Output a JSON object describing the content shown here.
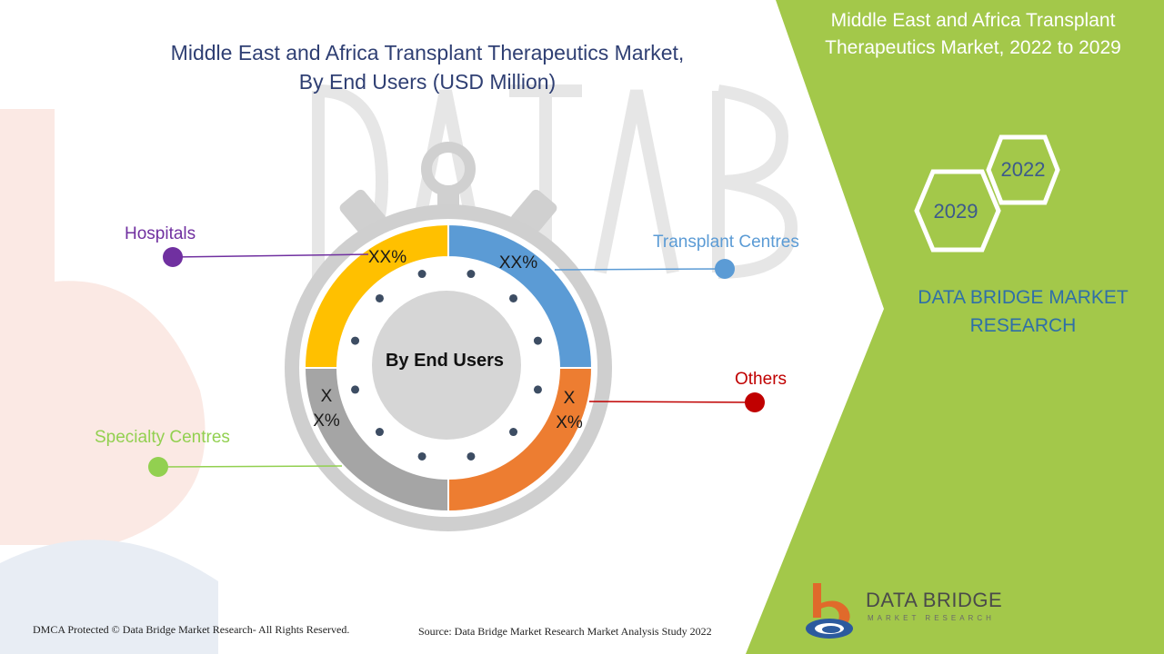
{
  "title": {
    "line1": "Middle East and Africa Transplant Therapeutics Market,",
    "line2": "By End Users (USD Million)"
  },
  "panel": {
    "title_line1": "Middle East and Africa Transplant",
    "title_line2": "Therapeutics Market, 2022 to 2029",
    "year_start": "2022",
    "year_end": "2029",
    "brand_line1": "DATA BRIDGE MARKET",
    "brand_line2": "RESEARCH"
  },
  "colors": {
    "accent_green": "#a3c84a",
    "hospitals": "#7030a0",
    "transplant_centres": "#5b9bd5",
    "others": "#c00000",
    "specialty_centres": "#92d050",
    "segment_yellow": "#ffc000",
    "segment_blue": "#5b9bd5",
    "segment_orange": "#ed7d31",
    "segment_gray": "#a5a5a5"
  },
  "chart_data": {
    "type": "pie",
    "center_label": "By End Users",
    "categories": [
      "Hospitals",
      "Transplant Centres",
      "Others",
      "Specialty Centres"
    ],
    "value_labels": [
      "XX%",
      "XX%",
      "XX%",
      "XX%"
    ],
    "shares": [
      0.25,
      0.25,
      0.25,
      0.25
    ]
  },
  "footer": {
    "copyright": "DMCA Protected © Data Bridge Market Research- All Rights Reserved.",
    "source": "Source: Data Bridge Market Research Market Analysis Study 2022"
  },
  "logo": {
    "name": "DATA BRIDGE",
    "tagline": "MARKET RESEARCH"
  }
}
